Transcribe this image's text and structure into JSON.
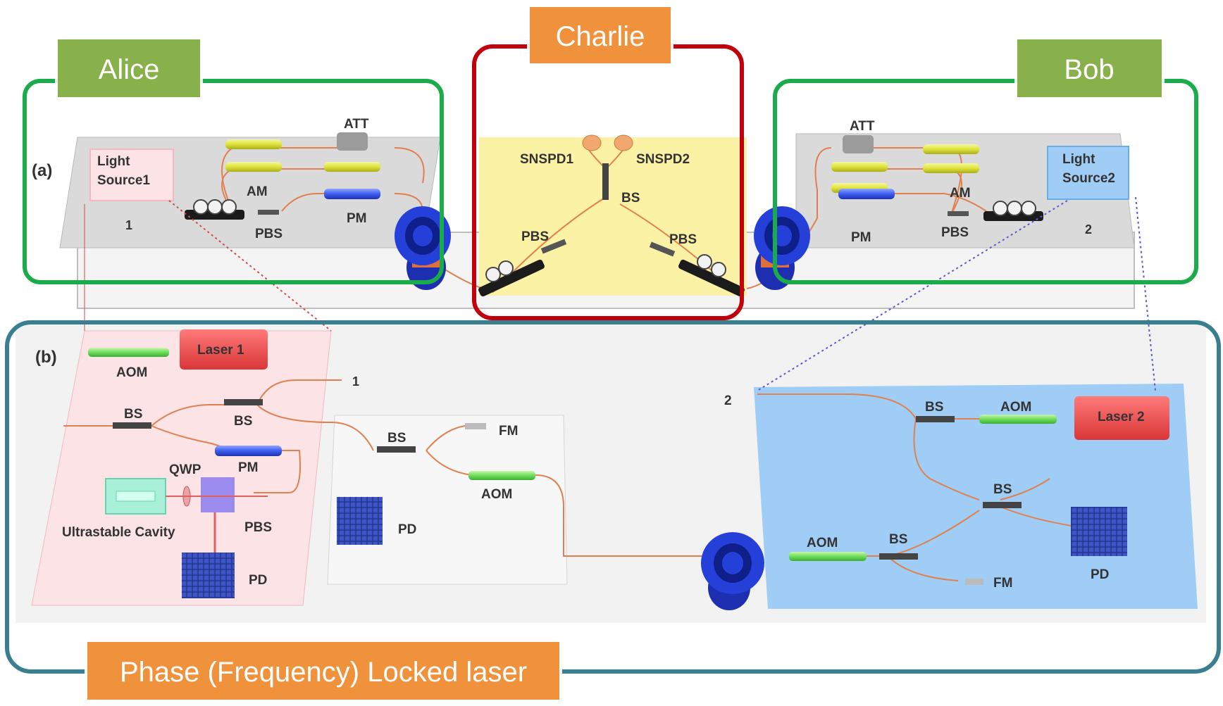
{
  "colors": {
    "alice_frame": "#1aab4a",
    "charlie_frame": "#c0000a",
    "laser_frame": "#3a7f8f",
    "green_tag": "#88b04b",
    "orange_tag": "#f0913c",
    "alice_board": "#fbe3e6",
    "charlie_board": "#fdf3a6",
    "bob_board": "#9fcdf5",
    "fiber": "#e08050"
  },
  "tags": {
    "alice": "Alice",
    "charlie": "Charlie",
    "bob": "Bob",
    "laser": "Phase (Frequency) Locked laser"
  },
  "panel_a": {
    "label": "(a)",
    "alice": {
      "source": [
        "Light",
        "Source1"
      ],
      "att": "ATT",
      "am": "AM",
      "pm": "PM",
      "pbs": "PBS",
      "port": "1"
    },
    "charlie": {
      "snspd1": "SNSPD1",
      "snspd2": "SNSPD2",
      "bs": "BS",
      "pbs_left": "PBS",
      "pbs_right": "PBS"
    },
    "bob": {
      "source": [
        "Light",
        "Source2"
      ],
      "att": "ATT",
      "am": "AM",
      "pm": "PM",
      "pbs": "PBS",
      "port": "2"
    }
  },
  "panel_b": {
    "label": "(b)",
    "left": {
      "laser": "Laser 1",
      "aom": "AOM",
      "bs1": "BS",
      "bs2": "BS",
      "qwp": "QWP",
      "pm": "PM",
      "pbs": "PBS",
      "cavity": "Ultrastable Cavity",
      "pd": "PD",
      "port": "1"
    },
    "middle": {
      "bs": "BS",
      "fm": "FM",
      "aom": "AOM",
      "pd": "PD"
    },
    "right": {
      "laser": "Laser 2",
      "port": "2",
      "bs_top": "BS",
      "aom_top": "AOM",
      "bs_mid": "BS",
      "aom_bottom": "AOM",
      "bs_bottom": "BS",
      "fm": "FM",
      "pd": "PD"
    }
  }
}
